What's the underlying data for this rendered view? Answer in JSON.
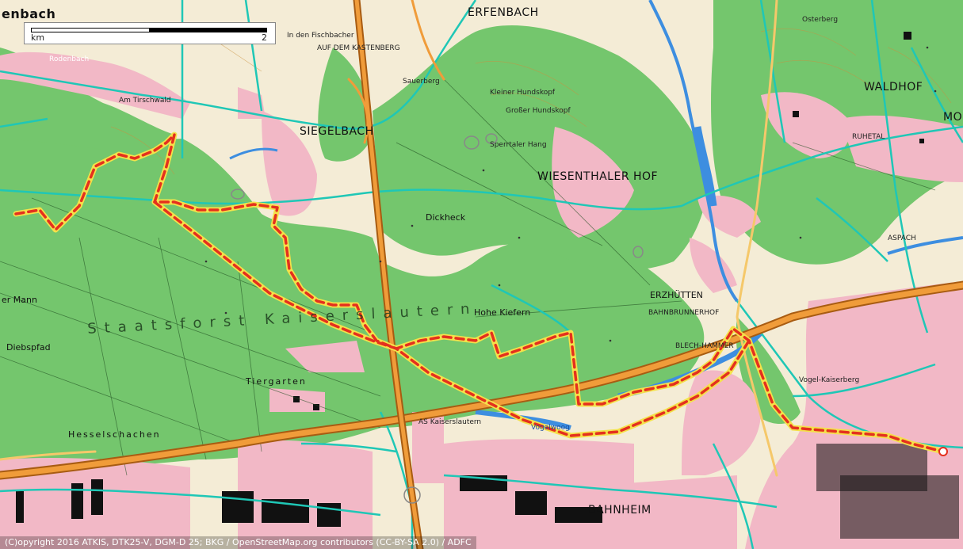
{
  "scale": {
    "unit_label": "km",
    "max_label": "2"
  },
  "attribution": "(C)opyright 2016 ATKIS, DTK25-V, DGM-D 25; BKG / OpenStreetMap.org contributors (CC-BY-SA 2.0) / ADFC",
  "place_labels": {
    "enbach": "enbach",
    "erfenbach": "ERFENBACH",
    "siegelbach": "SIEGELBACH",
    "wiesenthaler_hof": "WIESENTHALER HOF",
    "waldhof": "WALDHOF",
    "erzhutten": "ERZHÜTTEN",
    "bahnheim": "BAHNHEIM",
    "hesselschachen": "Hesselschachen",
    "diebspfad": "Diebspfad",
    "dickheck": "Dickheck",
    "hohe_kiefern": "Hohe Kiefern",
    "auf_dem_kastenberg": "AUF DEM KASTENBERG",
    "am_tirschwald": "Am Tirschwald",
    "rodenbach": "Rodenbach",
    "blechhammer": "BLECH-HAMMER",
    "bahnbrunnerhof": "BAHNBRUNNERHOF",
    "sauerberg": "Sauerberg",
    "kleiner_hundskopf": "Kleiner Hundskopf",
    "grosser_hundskopf": "Großer Hundskopf",
    "osterberg": "Osterberg",
    "ruhetal": "RUHETAL",
    "aspach": "ASPACH",
    "in_den_fischbacher": "In den Fischbacher",
    "vogelwoog": "Vogelwoog",
    "vogel_kaiserberg": "Vogel-Kaiserberg",
    "tiergarten": "Tiergarten",
    "er_mann": "er Mann",
    "staatsforst": "Staatsforst Kaiserslautern",
    "mo": "MO",
    "sperrtaler_hang": "Sperrtaler Hang",
    "as_kl": "AS Kaiserslautern"
  },
  "colors": {
    "forest": "#74c66d",
    "forest_dark": "#4ea84a",
    "settlement": "#f2b8c6",
    "open_land": "#f4ecd6",
    "route_red": "#e4301e",
    "route_yellow": "#f4e14a",
    "highway": "#f09c3a",
    "cycle_network": "#1fc7b6",
    "water": "#3d8ee0",
    "contour": "#c9913f"
  }
}
